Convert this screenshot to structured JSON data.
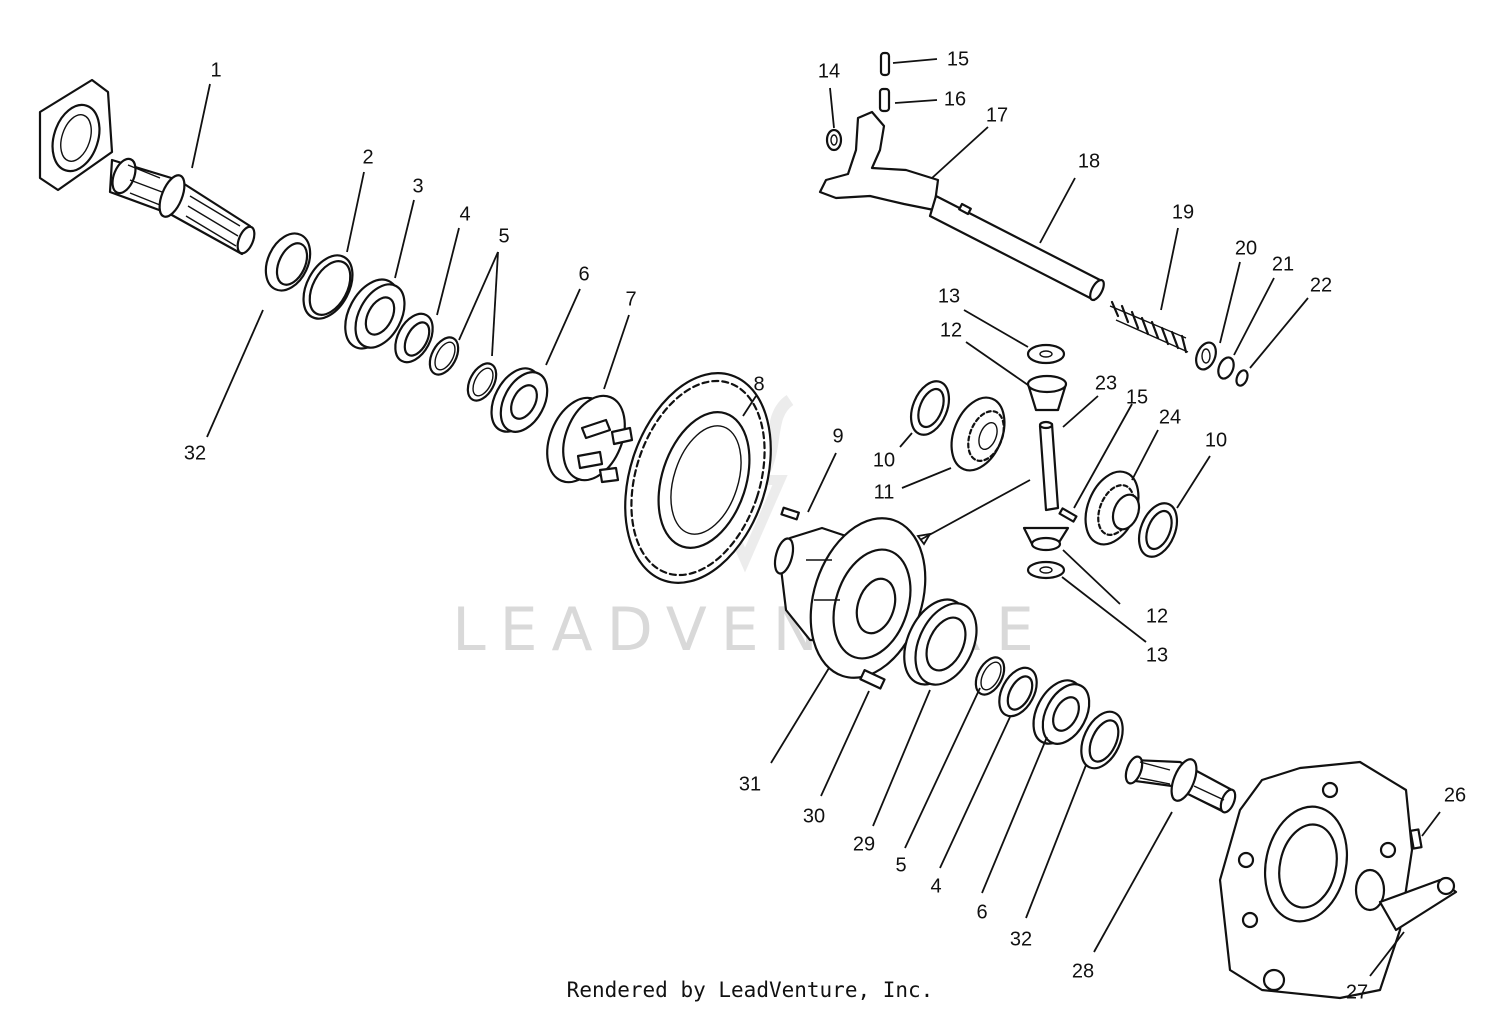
{
  "watermark": "LEADVENTURE",
  "credit": "Rendered by LeadVenture, Inc.",
  "callouts": [
    "1",
    "2",
    "3",
    "4",
    "5",
    "6",
    "7",
    "8",
    "9",
    "10",
    "10",
    "11",
    "12",
    "12",
    "13",
    "13",
    "14",
    "15",
    "15",
    "16",
    "17",
    "18",
    "19",
    "20",
    "21",
    "22",
    "23",
    "24",
    "26",
    "27",
    "28",
    "29",
    "30",
    "31",
    "5",
    "4",
    "6",
    "32",
    "32"
  ]
}
